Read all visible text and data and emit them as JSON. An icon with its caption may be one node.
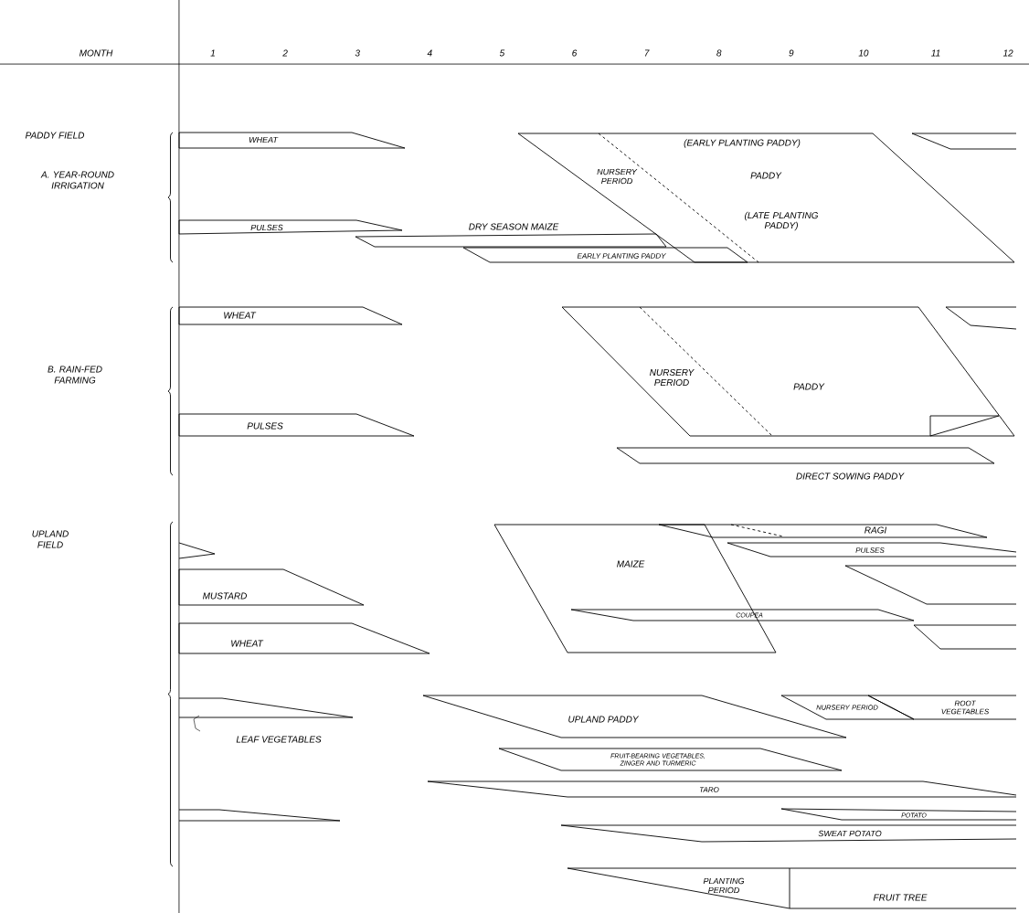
{
  "diagram": {
    "nodes": [
      {
        "text": [
          "WHEAT"
        ]
      },
      {
        "text": [
          "(EARLY PLANTING PADDY)",
          "NURSERY PERIOD",
          "PADDY",
          "(LATE PLANTING PADDY)"
        ]
      },
      {
        "text": [],
        "shape": "bar"
      },
      {
        "text": [
          "PULSES"
        ]
      },
      {
        "text": [
          "DRY SEASON MAIZE"
        ]
      },
      {
        "text": [
          "EARLY PLANTING PADDY"
        ]
      },
      {
        "text": [
          "WHEAT"
        ]
      },
      {
        "text": [
          "NURSERY PERIOD",
          "PADDY"
        ]
      },
      {
        "text": [],
        "shape": "bar"
      },
      {
        "text": [],
        "shape": "box",
        "in": 7
      },
      {
        "text": [
          "PULSES"
        ]
      },
      {
        "text": [
          "DIRECT SOWING PADDY"
        ]
      },
      {
        "text": [
          "MAIZE"
        ]
      },
      {
        "text": [
          "RAGI"
        ]
      },
      {
        "text": [
          "PULSES"
        ]
      },
      {
        "text": [],
        "shape": "bar"
      },
      {
        "text": [],
        "shape": "bar"
      },
      {
        "text": [
          "MUSTARD"
        ]
      },
      {
        "text": [
          "COUPEA"
        ]
      },
      {
        "text": [
          "WHEAT"
        ]
      },
      {
        "text": [],
        "shape": "bar"
      },
      {
        "text": [
          "UPLAND PADDY"
        ]
      },
      {
        "text": [
          "NURSERY PERIOD"
        ]
      },
      {
        "text": [
          "ROOT VEGETABLES"
        ]
      },
      {
        "text": [
          "LEAF VEGETABLES"
        ]
      },
      {
        "text": [
          "FRUIT-BEARING VEGETABLES, ZINGER AND TURMERIC"
        ]
      },
      {
        "text": [
          "TARO"
        ]
      },
      {
        "text": [
          "POTATO"
        ]
      },
      {
        "text": [],
        "shape": "bar"
      },
      {
        "text": [
          "SWEAT POTATO"
        ]
      },
      {
        "text": [
          "PLANTING PERIOD"
        ]
      },
      {
        "text": [
          "FRUIT TREE"
        ]
      }
    ],
    "labels": [
      "MONTH",
      "1",
      "2",
      "3",
      "4",
      "5",
      "6",
      "7",
      "8",
      "9",
      "10",
      "11",
      "12",
      "PADDY FIELD",
      "A. YEAR-ROUND IRRIGATION",
      "B. RAIN-FED FARMING",
      "UPLAND FIELD"
    ]
  }
}
